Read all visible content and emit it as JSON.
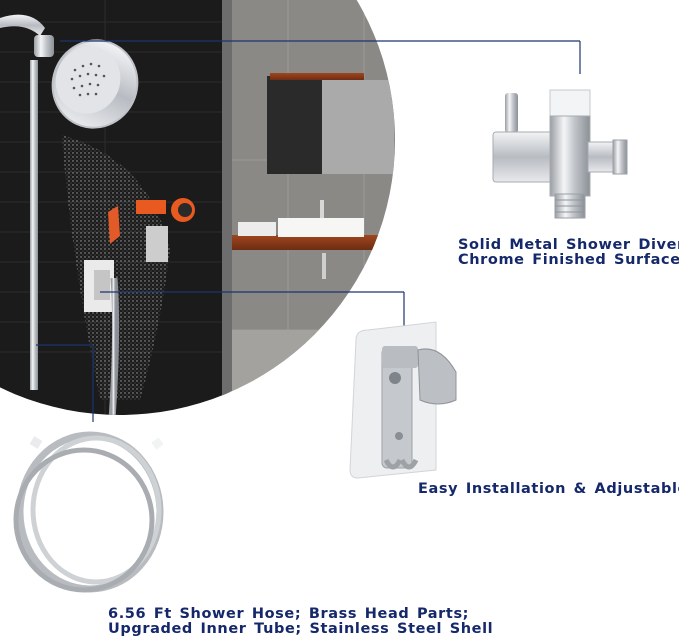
{
  "scene": {
    "type": "product-feature-infographic",
    "product": "handheld shower head kit",
    "background_color": "#ffffff",
    "accent_color": "#14286a",
    "leader_line_color": "#1d3470"
  },
  "hero": {
    "description": "circular cropped photo of a bathroom with dual shower head, diverter, hose and bracket",
    "wall_dark": "#1b1b1b",
    "wall_gray": "#8a8986",
    "shelf_wood": "#8a3a1a",
    "accent_orange": "#e85a20"
  },
  "callouts": [
    {
      "id": "diverter",
      "part": "shower diverter",
      "lines": [
        "Solid Metal Shower Diverter",
        "Chrome Finished Surface"
      ]
    },
    {
      "id": "holder",
      "part": "adhesive shower head holder",
      "lines": [
        "Easy Installation & Adjustable"
      ]
    },
    {
      "id": "hose",
      "part": "stainless steel shower hose",
      "lines": [
        "6.56 Ft Shower Hose; Brass Head Parts;",
        "Upgraded Inner Tube; Stainless Steel Shell"
      ]
    }
  ]
}
